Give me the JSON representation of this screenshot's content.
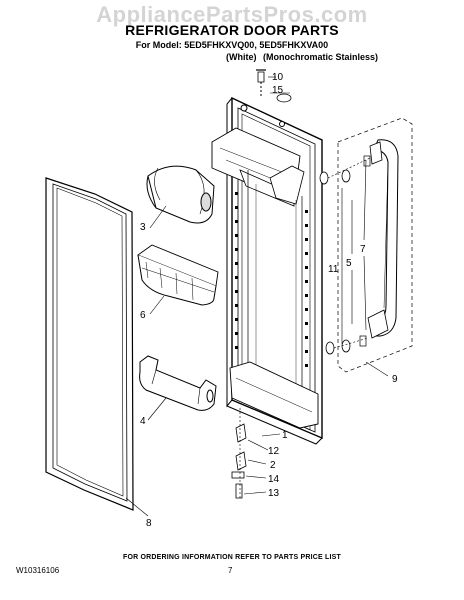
{
  "watermark": "AppliancePartsPros.com",
  "title": "REFRIGERATOR DOOR PARTS",
  "model_line": "For Model: 5ED5FHKXVQ00, 5ED5FHKXVA00",
  "variants": [
    "(White)",
    "(Monochromatic Stainless)"
  ],
  "callouts": [
    "10",
    "15",
    "3",
    "11",
    "5",
    "7",
    "6",
    "9",
    "4",
    "1",
    "12",
    "2",
    "14",
    "13",
    "8"
  ],
  "footer_note": "FOR ORDERING INFORMATION REFER TO PARTS PRICE LIST",
  "doc_number": "W10316106",
  "page_number": "7"
}
